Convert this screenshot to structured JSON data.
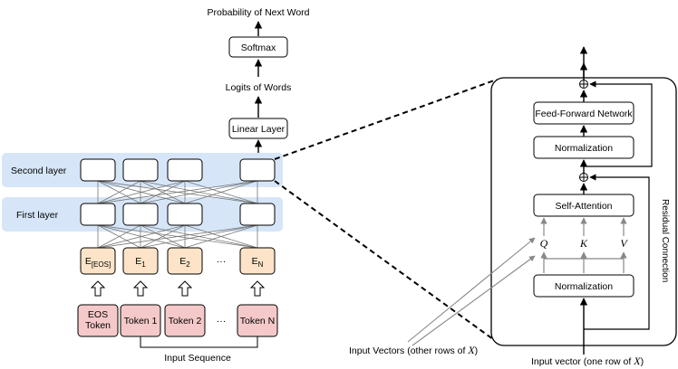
{
  "left": {
    "title_top": "Probability of Next Word",
    "softmax": "Softmax",
    "logits": "Logits of Words",
    "linear": "Linear Layer",
    "second_layer": "Second layer",
    "first_layer": "First layer",
    "embeddings": [
      "E",
      "E",
      "E",
      "E"
    ],
    "embedding_subscripts": [
      "[EOS]",
      "1",
      "2",
      "N"
    ],
    "tokens": [
      "EOS\nToken",
      "Token 1",
      "Token 2",
      "Token N"
    ],
    "dots": "···",
    "input_sequence": "Input Sequence"
  },
  "right": {
    "ffn": "Feed-Forward Network",
    "norm_top": "Normalization",
    "self_attention": "Self-Attention",
    "norm_bottom": "Normalization",
    "q": "Q",
    "k": "K",
    "v": "V",
    "residual": "Residual Connection",
    "input_vectors": "Input Vectors (other rows of",
    "input_vector": "Input vector (one row of",
    "x_symbol": "X",
    "x_close": ")"
  },
  "colors": {
    "layer_band": "#d6e6f8",
    "embedding_fill": "#fde4c8",
    "token_fill": "#f5c9c9",
    "stroke": "#000000",
    "arrow_gray": "#888888"
  }
}
